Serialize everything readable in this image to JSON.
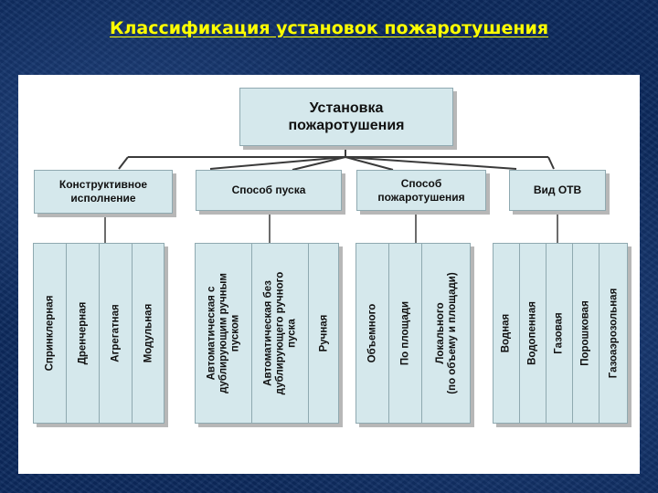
{
  "title": "Классификация установок пожаротушения",
  "root": "Установка\nпожаротушения",
  "categories": [
    {
      "label": "Конструктивное\nисполнение",
      "items": [
        "Спринклерная",
        "Дренчерная",
        "Агрегатная",
        "Модульная"
      ]
    },
    {
      "label": "Способ пуска",
      "items": [
        "Автоматическая с\nдублирующим ручным\nпуском",
        "Автоматическая без\nдублирующего ручного\nпуска",
        "Ручная"
      ]
    },
    {
      "label": "Способ\nпожаротушения",
      "items": [
        "Объемного",
        "По площади",
        "Локального\n(по объему и площади)"
      ]
    },
    {
      "label": "Вид ОТВ",
      "items": [
        "Водная",
        "Водопенная",
        "Газовая",
        "Порошковая",
        "Газоаэрозольная"
      ]
    }
  ]
}
